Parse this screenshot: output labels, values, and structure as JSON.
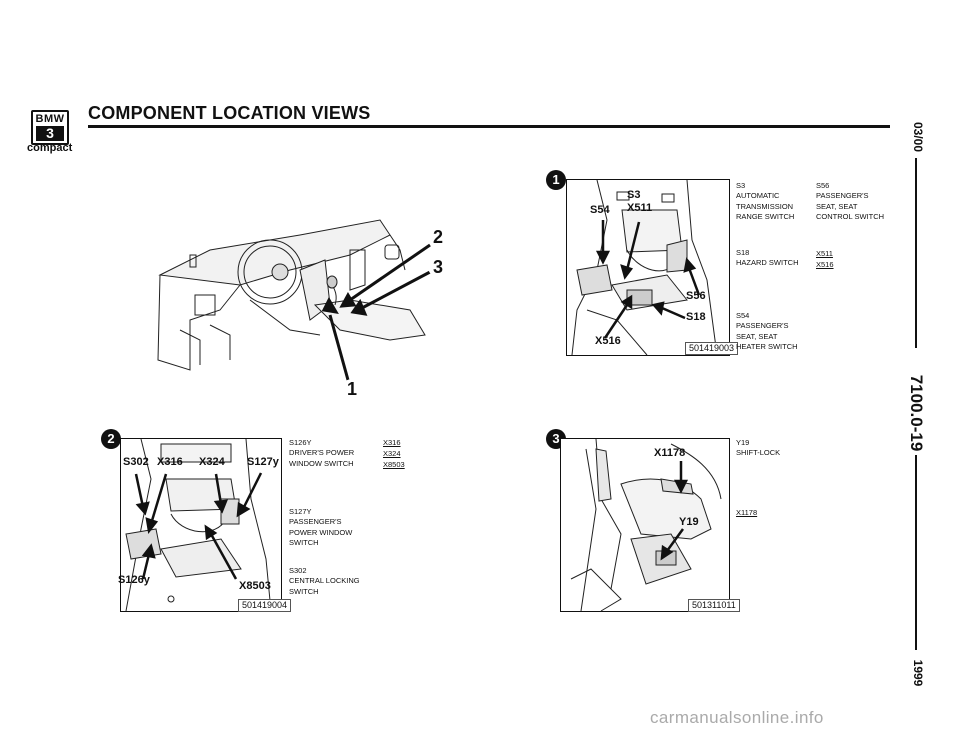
{
  "header": {
    "logo_brand": "BMW",
    "logo_model": "3",
    "logo_sub": "compact",
    "title": "COMPONENT LOCATION VIEWS"
  },
  "side": {
    "date": "03/00",
    "doc_number": "7100.0-19",
    "year": "1999"
  },
  "overview": {
    "callouts": [
      "1",
      "2",
      "3"
    ]
  },
  "view1": {
    "number": "1",
    "code": "501419003",
    "labels": [
      "S3",
      "X511",
      "S54",
      "S56",
      "S18",
      "X516"
    ],
    "entries": [
      {
        "code": "S3",
        "text": "AUTOMATIC\nTRANSMISSION\nRANGE SWITCH"
      },
      {
        "code": "S56",
        "text": "PASSENGER'S\nSEAT, SEAT\nCONTROL SWITCH"
      },
      {
        "code": "S18",
        "text": "HAZARD SWITCH"
      },
      {
        "code": "S54",
        "text": "PASSENGER'S\nSEAT, SEAT\nHEATER SWITCH"
      }
    ],
    "refs": [
      "X511",
      "X516"
    ]
  },
  "view2": {
    "number": "2",
    "code": "501419004",
    "labels": [
      "S302",
      "X316",
      "X324",
      "S127y",
      "S126y",
      "X8503"
    ],
    "entries": [
      {
        "code": "S126y",
        "text": "DRIVER'S POWER\nWINDOW SWITCH"
      },
      {
        "code": "S127y",
        "text": "PASSENGER'S\nPOWER WINDOW\nSWITCH"
      },
      {
        "code": "S302",
        "text": "CENTRAL LOCKING\nSWITCH"
      }
    ],
    "refs": [
      "X316",
      "X324",
      "X8503"
    ]
  },
  "view3": {
    "number": "3",
    "code": "501311011",
    "labels": [
      "X1178",
      "Y19"
    ],
    "entries": [
      {
        "code": "Y19",
        "text": "SHIFT-LOCK"
      }
    ],
    "refs": [
      "X1178"
    ]
  },
  "footer": {
    "watermark": "carmanualsonline.info"
  }
}
